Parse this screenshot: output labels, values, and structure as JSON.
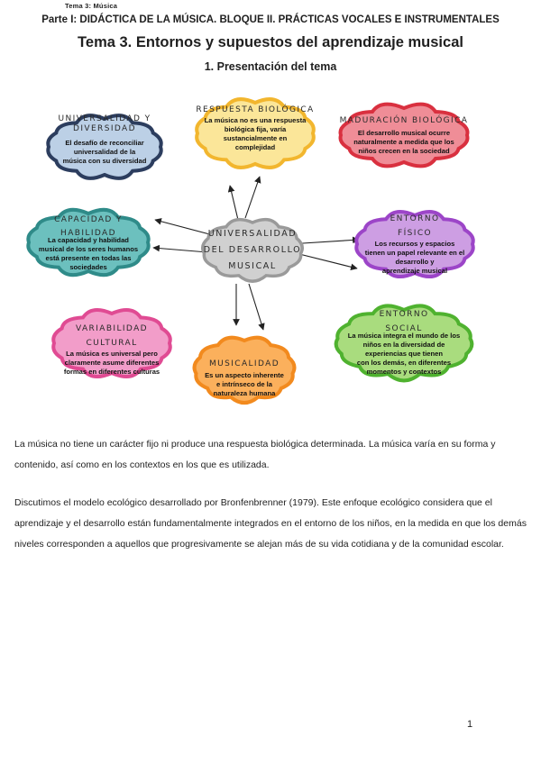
{
  "header": {
    "running_head": "Tema 3: Música",
    "part": "Parte I: DIDÁCTICA DE LA MÚSICA. BLOQUE II. PRÁCTICAS VOCALES E INSTRUMENTALES",
    "topic": "Tema 3. Entornos y supuestos del aprendizaje musical",
    "section": "1. Presentación del tema"
  },
  "mindmap": {
    "center": {
      "lines": [
        "UNIVERSALIDAD",
        "DEL DESARROLLO",
        "MUSICAL"
      ],
      "fill": "#d0d0d0",
      "stroke": "#9a9a9a"
    },
    "clouds": [
      {
        "id": "universalidad-diversidad",
        "title": [
          "UNIVERSALIDAD Y",
          "DIVERSIDAD"
        ],
        "desc": [
          "El desafío de reconciliar",
          "universalidad de la",
          "música con su diversidad"
        ],
        "fill": "#bcd0e6",
        "stroke": "#2c3d5e"
      },
      {
        "id": "respuesta-biologica",
        "title": [
          "RESPUESTA BIOLÓGICA"
        ],
        "desc": [
          "La música no es una respuesta",
          "biológica fija, varía",
          "sustancialmente en",
          "complejidad"
        ],
        "fill": "#fbe699",
        "stroke": "#f2b62e"
      },
      {
        "id": "maduracion-biologica",
        "title": [
          "MADURACIÓN BIOLÓGICA"
        ],
        "desc": [
          "El desarrollo musical ocurre",
          "naturalmente a medida que los",
          "niños crecen en la sociedad"
        ],
        "fill": "#ef8d97",
        "stroke": "#d9303f"
      },
      {
        "id": "capacidad-habilidad",
        "title": [
          "CAPACIDAD Y",
          "HABILIDAD"
        ],
        "desc": [
          "La capacidad y habilidad",
          "musical de los seres humanos",
          "está presente en todas las",
          "sociedades"
        ],
        "fill": "#6cc0be",
        "stroke": "#2f8b89"
      },
      {
        "id": "entorno-fisico",
        "title": [
          "ENTORNO",
          "FÍSICO"
        ],
        "desc": [
          "Los recursos y espacios",
          "tienen un papel relevante en el",
          "desarrollo y",
          "aprendizaje musical"
        ],
        "fill": "#cd9ee3",
        "stroke": "#9c45c8"
      },
      {
        "id": "variabilidad-cultural",
        "title": [
          "VARIABILIDAD",
          "CULTURAL"
        ],
        "desc": [
          "La música es universal pero",
          "claramente asume diferentes",
          "formas en diferentes culturas"
        ],
        "fill": "#f29dc9",
        "stroke": "#e04b93"
      },
      {
        "id": "musicalidad",
        "title": [
          "MUSICALIDAD"
        ],
        "desc": [
          "Es un aspecto inherente",
          "e intrínseco de la",
          "naturaleza humana"
        ],
        "fill": "#fbb05c",
        "stroke": "#f28a1e"
      },
      {
        "id": "entorno-social",
        "title": [
          "ENTORNO",
          "SOCIAL"
        ],
        "desc": [
          "La música integra el mundo de los",
          "niños en la diversidad de",
          "experiencias que tienen",
          "con los demás, en diferentes",
          "momentos y contextos"
        ],
        "fill": "#a9dc7e",
        "stroke": "#4fb22f"
      }
    ]
  },
  "paragraphs": [
    "La música no tiene un carácter fijo ni produce una respuesta biológica determinada. La música varía en su forma y contenido, así como en los contextos en los que es utilizada.",
    "Discutimos el modelo ecológico desarrollado por Bronfenbrenner (1979). Este enfoque ecológico considera que el aprendizaje y el desarrollo están fundamentalmente integrados en el entorno de los niños, en la medida en que los demás niveles corresponden a aquellos que progresivamente se alejan más de su vida cotidiana y de la comunidad escolar."
  ],
  "footer": {
    "page_number": "1"
  }
}
